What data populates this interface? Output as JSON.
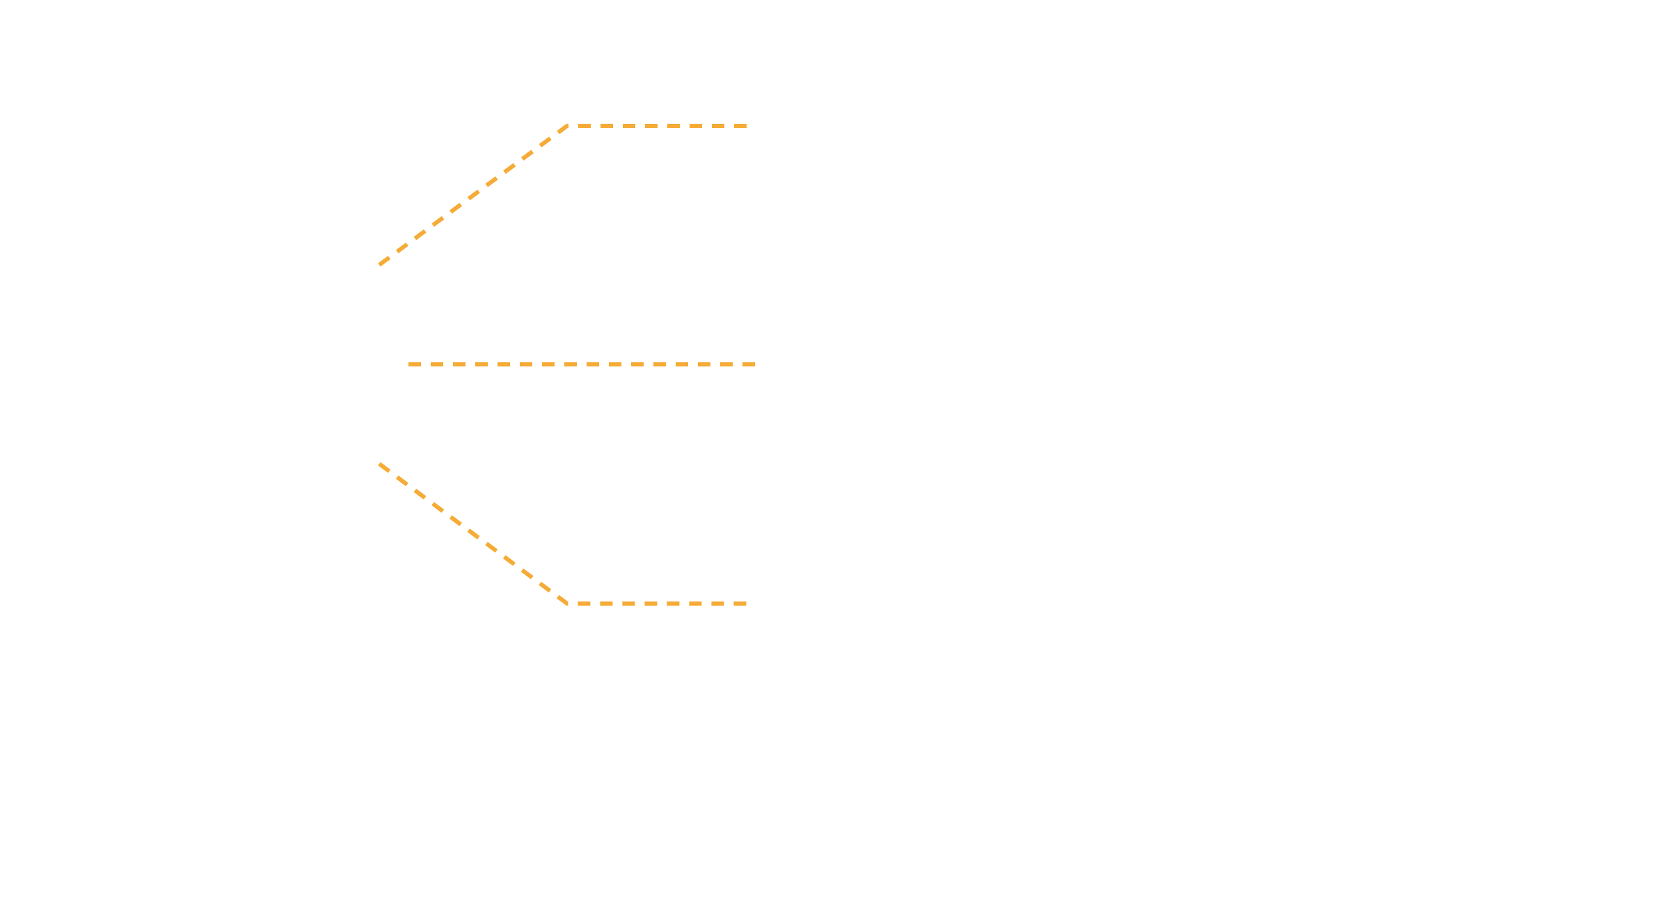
{
  "diagram": {
    "background_color": "#ffffff",
    "connector_color": "#f5ab35",
    "connector_style": "dashed",
    "connectors": [
      {
        "id": "top",
        "shape": "diagonal-up-then-horizontal"
      },
      {
        "id": "middle",
        "shape": "horizontal"
      },
      {
        "id": "bottom",
        "shape": "diagonal-down-then-horizontal"
      }
    ]
  }
}
